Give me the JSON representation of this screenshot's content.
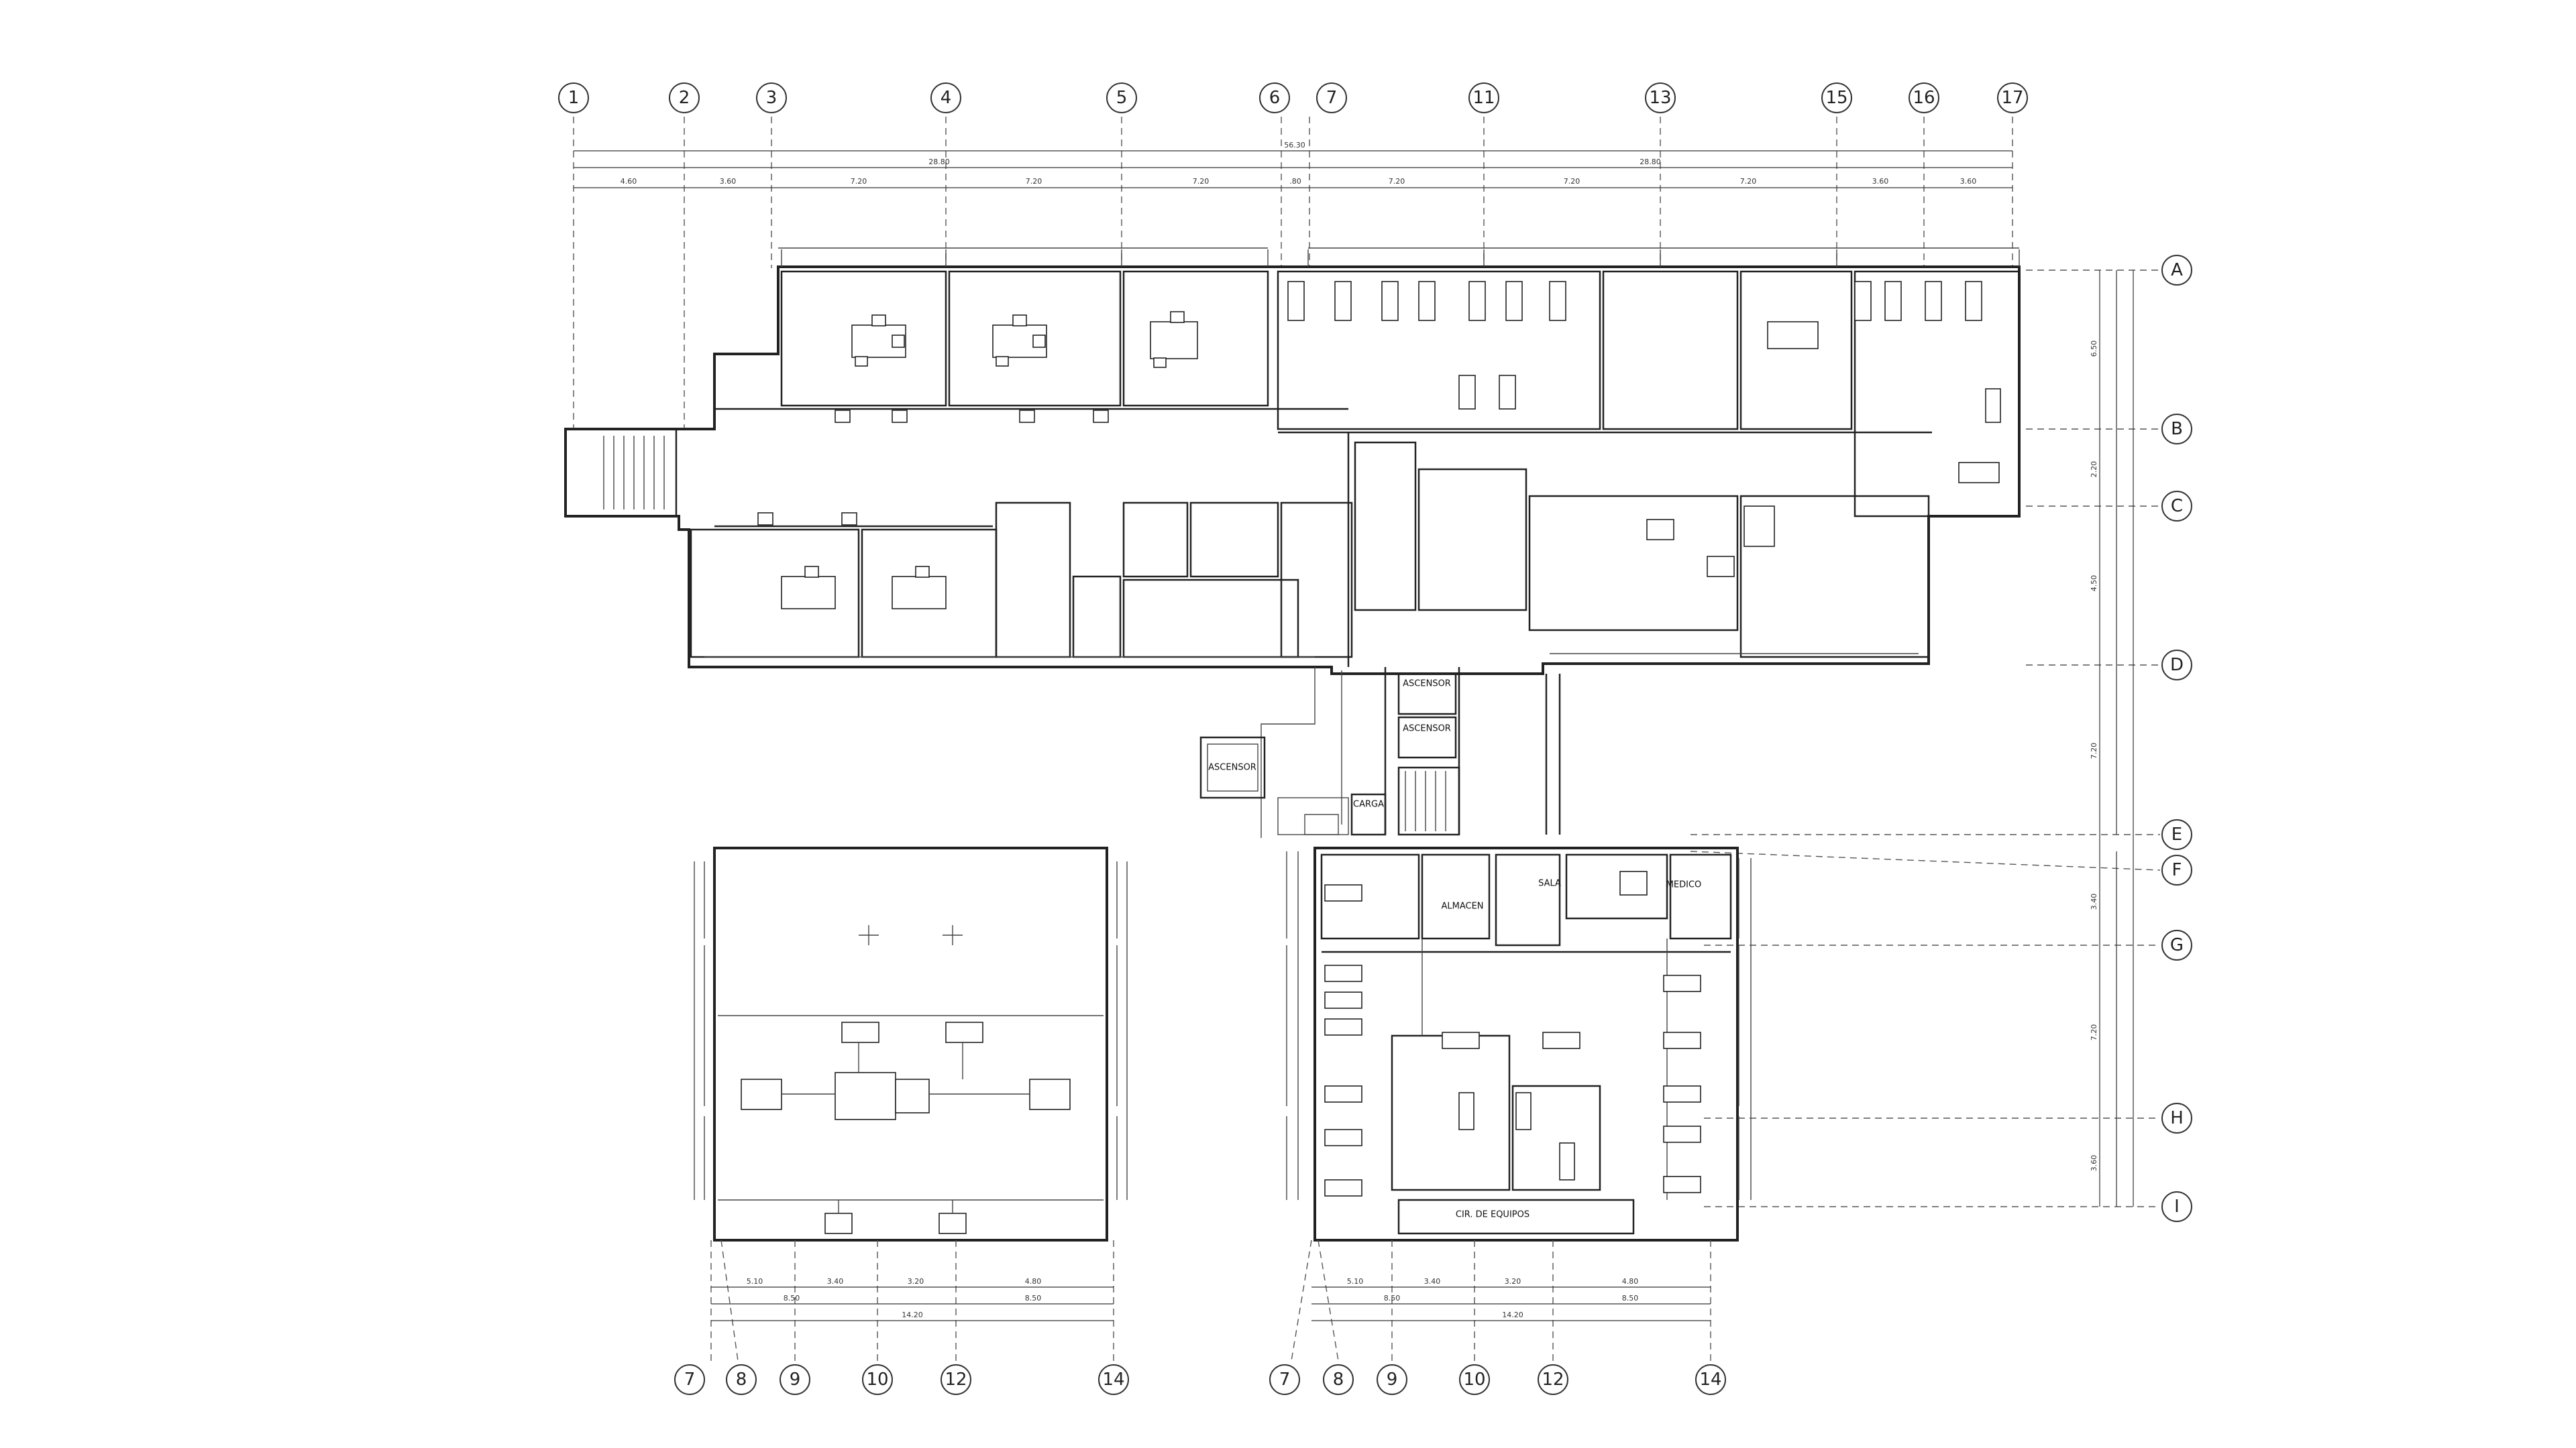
{
  "labels": {
    "elevator": "ASCENSOR",
    "cargo": "CARGA",
    "equipment_room": "CIR. DE EQUIPOS",
    "medico": "MEDICO",
    "almacen": "ALMACEN",
    "sala": "SALA"
  },
  "top_axes": [
    "1",
    "2",
    "3",
    "4",
    "5",
    "6",
    "7",
    "11",
    "13",
    "15",
    "16",
    "17"
  ],
  "right_axes": [
    "A",
    "B",
    "C",
    "D",
    "E",
    "F",
    "G",
    "H",
    "I"
  ],
  "bottom_axes_left": [
    "7",
    "8",
    "9",
    "10",
    "12",
    "14"
  ],
  "bottom_axes_right": [
    "7",
    "8",
    "9",
    "10",
    "12",
    "14"
  ],
  "top_dimensions": {
    "overall": "56.30",
    "segments": [
      "4.60",
      "3.60",
      "7.20",
      "7.20",
      "7.20",
      ".80",
      "7.20",
      "7.20",
      "7.20",
      "3.60",
      "3.60"
    ],
    "partial": "28.80"
  },
  "right_dimensions": [
    "6.50",
    "2.20",
    "4.50",
    "7.20",
    "3.40",
    "7.20",
    "3.60"
  ],
  "bottom_dimensions_left": [
    "5.10",
    "3.40",
    "3.20",
    "4.80",
    "8.50",
    "8.50",
    "14.20"
  ],
  "bottom_dimensions_right": [
    "5.10",
    "3.40",
    "3.20",
    "4.80",
    "8.50",
    "8.50",
    "14.20"
  ],
  "colors": {
    "line": "#222222",
    "background": "#ffffff"
  }
}
